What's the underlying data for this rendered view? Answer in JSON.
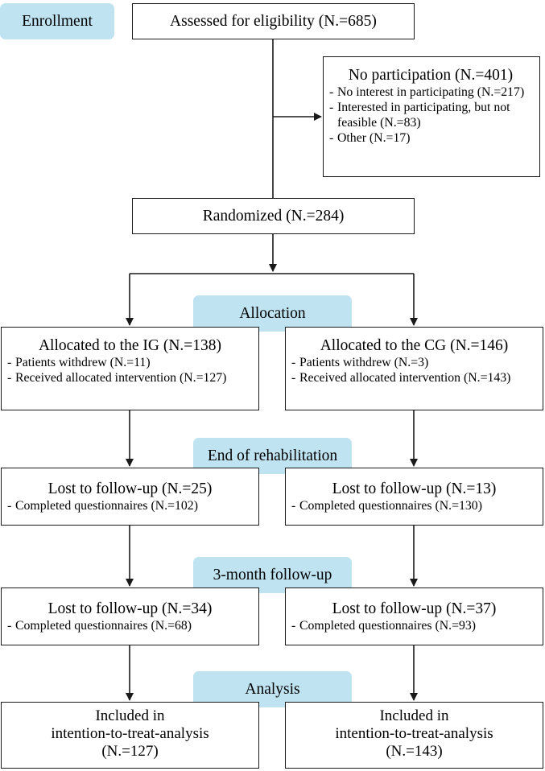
{
  "stages": {
    "enrollment": "Enrollment",
    "allocation": "Allocation",
    "end_of_rehab": "End of rehabilitation",
    "followup": "3-month follow-up",
    "analysis": "Analysis"
  },
  "assessed": "Assessed for eligibility (N.=685)",
  "no_participation": {
    "title": "No participation (N.=401)",
    "items": [
      "No interest in participating (N.=217)",
      "Interested in participating, but not feasible (N.=83)",
      "Other (N.=17)"
    ]
  },
  "randomized": "Randomized (N.=284)",
  "ig": {
    "allocated": {
      "title": "Allocated to the IG (N.=138)",
      "items": [
        "Patients withdrew (N.=11)",
        "Received allocated intervention (N.=127)"
      ]
    },
    "end_rehab": {
      "title": "Lost to follow-up (N.=25)",
      "items": [
        "Completed questionnaires (N.=102)"
      ]
    },
    "followup": {
      "title": "Lost to follow-up (N.=34)",
      "items": [
        "Completed questionnaires (N.=68)"
      ]
    },
    "analysis": [
      "Included in",
      "intention-to-treat-analysis",
      "(N.=127)"
    ]
  },
  "cg": {
    "allocated": {
      "title": "Allocated to the CG (N.=146)",
      "items": [
        "Patients withdrew (N.=3)",
        "Received allocated intervention (N.=143)"
      ]
    },
    "end_rehab": {
      "title": "Lost to follow-up (N.=13)",
      "items": [
        "Completed questionnaires (N.=130)"
      ]
    },
    "followup": {
      "title": "Lost to follow-up (N.=37)",
      "items": [
        "Completed questionnaires (N.=93)"
      ]
    },
    "analysis": [
      "Included in",
      "intention-to-treat-analysis",
      "(N.=143)"
    ]
  },
  "colors": {
    "stage_fill": "#bfe3f1",
    "line": "#1a1a1a"
  }
}
